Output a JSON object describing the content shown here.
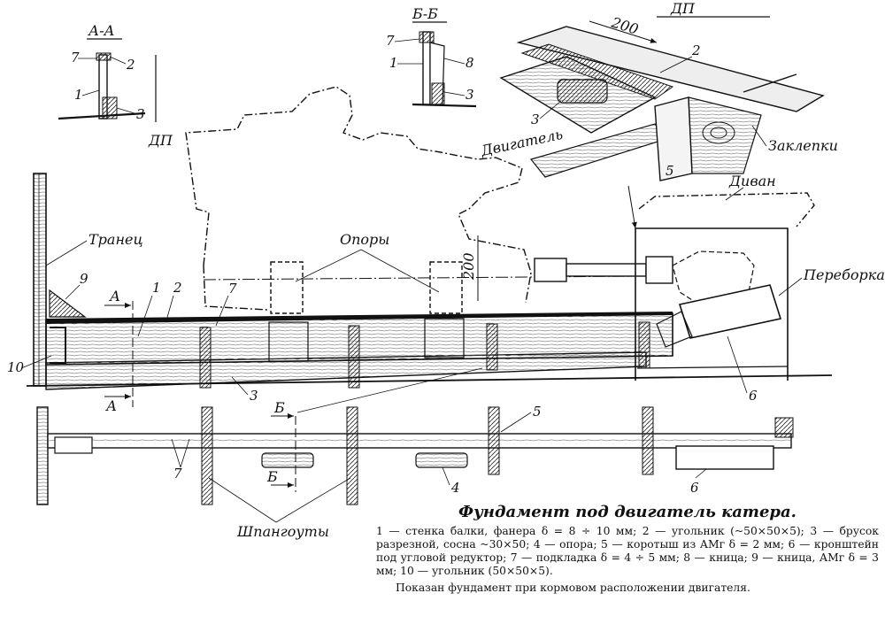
{
  "sections": {
    "aa": "А-А",
    "bb": "Б-Б"
  },
  "labels": {
    "dp": "ДП",
    "dim200": "200",
    "zaklepki": "Заклепки",
    "divan": "Диван",
    "dvigatel": "Двигатель",
    "tranets": "Транец",
    "opory": "Опоры",
    "pereborka": "Переборка",
    "shpangouty": "Шпангоуты",
    "cut_a": "А",
    "cut_b": "Б"
  },
  "numbers": {
    "n1": "1",
    "n2": "2",
    "n3": "3",
    "n4": "4",
    "n5": "5",
    "n6": "6",
    "n7": "7",
    "n8": "8",
    "n9": "9",
    "n10": "10"
  },
  "caption": {
    "title": "Фундамент под двигатель   катера.",
    "legend": "1 — стенка балки, фанера δ = 8 ÷ 10 мм; 2 — угольник (~50×50×5); 3 — брусок разрезной, сосна ~30×50; 4 — опора; 5 — коротыш из АМг δ = 2 мм; 6 — кронштейн под угловой редуктор; 7 — подкладка δ = 4 ÷ 5 мм; 8 — кница; 9 — кница, АМг δ = 3 мм; 10 — угольник (50×50×5).",
    "note": "Показан фундамент при кормовом расположении двигателя."
  }
}
